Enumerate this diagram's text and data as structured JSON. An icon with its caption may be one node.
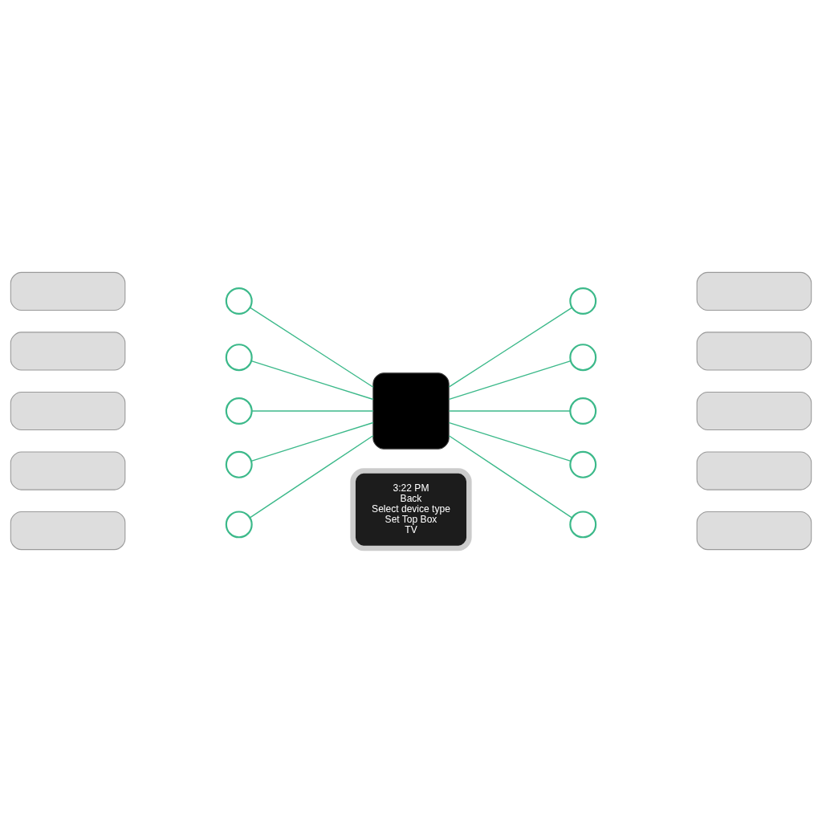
{
  "diagram": {
    "nodes": [
      {
        "text": [],
        "shape": "box"
      },
      {
        "text": [],
        "shape": "circle"
      },
      {
        "text": [],
        "shape": "circle"
      },
      {
        "text": [],
        "shape": "circle"
      },
      {
        "text": [],
        "shape": "circle"
      },
      {
        "text": [],
        "shape": "circle"
      },
      {
        "text": [],
        "shape": "circle"
      },
      {
        "text": [],
        "shape": "circle"
      },
      {
        "text": [],
        "shape": "circle"
      },
      {
        "text": [],
        "shape": "circle"
      },
      {
        "text": [],
        "shape": "circle"
      },
      {
        "text": [],
        "shape": "box"
      },
      {
        "text": [],
        "shape": "box"
      },
      {
        "text": [],
        "shape": "box"
      },
      {
        "text": [],
        "shape": "box"
      },
      {
        "text": [],
        "shape": "box"
      },
      {
        "text": [],
        "shape": "box"
      },
      {
        "text": [],
        "shape": "box"
      },
      {
        "text": [],
        "shape": "box"
      },
      {
        "text": [],
        "shape": "box"
      },
      {
        "text": [],
        "shape": "box"
      },
      {
        "text": [
          "3:22 PM",
          "Back",
          "Select device type",
          "Set Top Box",
          "TV"
        ]
      }
    ],
    "edges": [
      {
        "from": 1,
        "to": 0,
        "arrow": "none"
      },
      {
        "from": 2,
        "to": 0,
        "arrow": "none"
      },
      {
        "from": 3,
        "to": 0,
        "arrow": "none"
      },
      {
        "from": 4,
        "to": 0,
        "arrow": "none"
      },
      {
        "from": 5,
        "to": 0,
        "arrow": "none"
      },
      {
        "from": 0,
        "to": 6,
        "arrow": "none"
      },
      {
        "from": 0,
        "to": 7,
        "arrow": "none"
      },
      {
        "from": 0,
        "to": 8,
        "arrow": "none"
      },
      {
        "from": 0,
        "to": 9,
        "arrow": "none"
      },
      {
        "from": 0,
        "to": 10,
        "arrow": "none"
      }
    ]
  }
}
